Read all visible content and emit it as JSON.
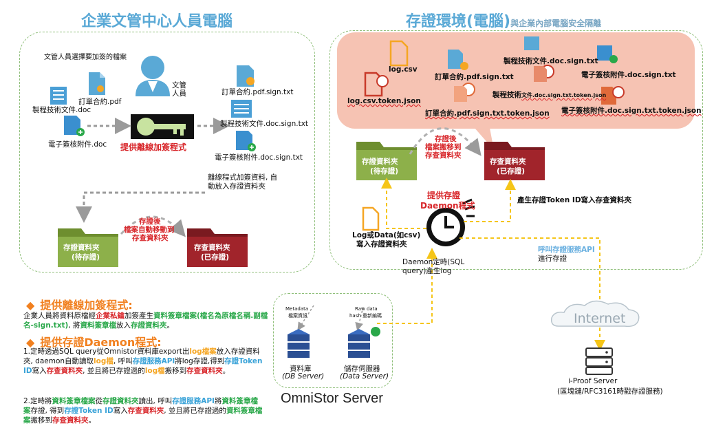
{
  "titles": {
    "left": "企業文管中心人員電腦",
    "right_main": "存證環境(電腦)",
    "right_sub": "與企業內部電腦安全隔離"
  },
  "left_panel": {
    "select_note": "文管人員選擇要加簽的檔案",
    "person_label_1": "文管",
    "person_label_2": "人員",
    "file_pdf": "訂單合約.pdf",
    "file_doc": "製程技術文件.doc",
    "file_attach": "電子簽核附件.doc",
    "key_label": "提供離線加簽程式",
    "out_pdf": "訂單合約.pdf.sign.txt",
    "out_doc": "製程技術文件.doc.sign.txt",
    "out_attach": "電子簽核附件.doc.sign.txt",
    "auto_note_1": "離線程式加簽資料, 自",
    "auto_note_2": "動放入存證資料夾",
    "folder_pending_1": "存證資料夾",
    "folder_pending_2": "(待存證)",
    "folder_done_1": "存查資料夾",
    "folder_done_2": "(已存證)",
    "move_note_1": "存證後",
    "move_note_2": "檔案自動移動到",
    "move_note_3": "存查資料夾"
  },
  "right_panel": {
    "log_csv": "log.csv",
    "log_token": "log.csv.token.json",
    "pdf_sign": "訂單合約.pdf.sign.txt",
    "pdf_token": "訂單合約.pdf.sign.txt.token.json",
    "doc_sign": "製程技術文件.doc.sign.txt",
    "doc_token_a": "製程技術",
    "doc_token_b": "文件.doc.sign.txt.token.json",
    "att_sign": "電子簽核附件.doc.sign.txt",
    "att_token": "電子簽核附件.doc.sign.txt.token.json",
    "folder_pending_1": "存證資料夾",
    "folder_pending_2": "(待存證)",
    "folder_done_1": "存查資料夾",
    "folder_done_2": "(已存證)",
    "move_note_1": "存證後",
    "move_note_2": "檔案搬移到",
    "move_note_3": "存查資料夾",
    "daemon_label_1": "提供存證",
    "daemon_label_2": "Daemon程式",
    "token_write": "產生存證Token ID寫入存查資料夾",
    "log_write_1": "Log或Data(如csv)",
    "log_write_2": "寫入存證資料夾",
    "daemon_note_1": "Daemon定時(SQL",
    "daemon_note_2": "query)產生log",
    "call_api_1": "呼叫存證服務API",
    "call_api_2": "進行存證"
  },
  "network": {
    "internet": "Internet",
    "iproof_1": "i-Proof Server",
    "iproof_2": "(區塊鏈/RFC3161時戳存證服務)"
  },
  "omnistor": {
    "title": "OmniStor Server",
    "meta_1": "Metadata",
    "meta_2": "檔案資訊",
    "raw_1": "Raw data",
    "raw_2": "hash 重新編碼",
    "db_1": "資料庫",
    "db_2": "(DB Server)",
    "ds_1": "儲存伺服器",
    "ds_2": "(Data Server)"
  },
  "notes": {
    "sec1_title": "提供離線加簽程式:",
    "sec1_a": "企業人員將資料原檔經",
    "sec1_b": "企業私鑰",
    "sec1_c": "加簽產生",
    "sec1_d": "資料簽章檔案(檔名為原",
    "sec1_e": "檔名稱.副檔名-sign.txt)",
    "sec1_f": ", 將",
    "sec1_g": "資料簽章檔",
    "sec1_h": "放入",
    "sec1_i": "存證資料夾",
    "sec1_j": "。",
    "sec2_title": "提供存證Daemon程式:",
    "p1_a": "1.定時透過SQL query從Omnistor資料庫export出",
    "p1_b": "log檔案",
    "p1_c": "放入存",
    "p1_d": "證資料夾, daemon自動讀取",
    "p1_e": "log檔",
    "p1_f": ", 呼叫",
    "p1_g": "存證服務API",
    "p1_h": "將log存證,得",
    "p1_i": "到",
    "p1_j": "存證Token ID",
    "p1_k": "寫入",
    "p1_l": "存查資料夾",
    "p1_m": ", 並且將已存證過的",
    "p1_n": "log檔",
    "p1_o": "搬移到",
    "p1_p": "存查資料夾",
    "p1_q": "。",
    "p2_a": "2.定時將",
    "p2_b": "資料簽章檔案",
    "p2_c": "從",
    "p2_d": "存證資料夾",
    "p2_e": "讀出, 呼叫",
    "p2_f": "存證服務API",
    "p2_g": "將",
    "p2_h": "資",
    "p2_i": "料簽章檔案",
    "p2_j": "存證, 得到",
    "p2_k": "存證Token ID",
    "p2_l": "寫入",
    "p2_m": "存查資料夾",
    "p2_n": ", 並且將已存",
    "p2_o": "證過的",
    "p2_p": "資料簽章檔案",
    "p2_q": "搬移到",
    "p2_r": "存查資料夾",
    "p2_s": "。"
  },
  "colors": {
    "accent_blue": "#5aa9d6",
    "pending_folder": "#8db04a",
    "done_folder": "#a1242b",
    "key": "#c8e3a0",
    "dashed_yellow": "#f5c518",
    "pink_bg": "#f6c3b3"
  }
}
